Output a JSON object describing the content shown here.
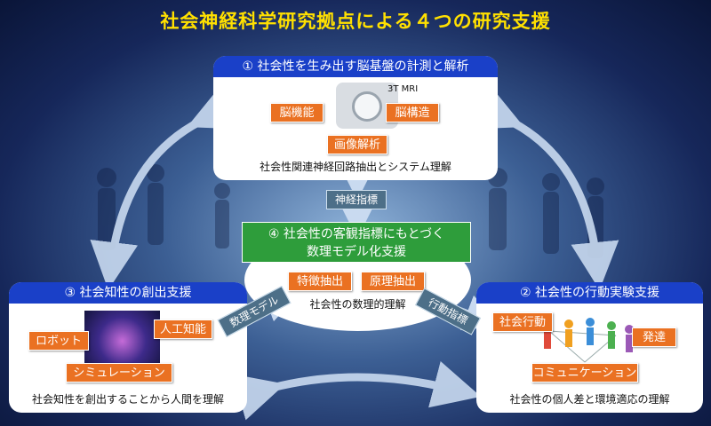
{
  "title": "社会神経科学研究拠点による４つの研究支援",
  "b1": {
    "title": "① 社会性を生み出す脳基盤の計測と解析",
    "mri": "3T MRI",
    "f1": "脳機能",
    "f2": "脳構造",
    "img": "画像解析",
    "cap": "社会性関連神経回路抽出とシステム理解"
  },
  "b4": {
    "t1": "④ 社会性の客観指標にもとづく",
    "t2": "数理モデル化支援",
    "p1": "特徴抽出",
    "p2": "原理抽出",
    "cap": "社会性の数理的理解"
  },
  "b3": {
    "title": "③ 社会知性の創出支援",
    "robot": "ロボット",
    "ai": "人工知能",
    "sim": "シミュレーション",
    "cap": "社会知性を創出することから人間を理解"
  },
  "b2": {
    "title": "② 社会性の行動実験支援",
    "act": "社会行動",
    "dev": "発達",
    "comm": "コミュニケーション",
    "cap": "社会性の個人差と環境適応の理解"
  },
  "tags": {
    "neural": "神経指標",
    "model": "数理モデル",
    "behav": "行動指標"
  }
}
